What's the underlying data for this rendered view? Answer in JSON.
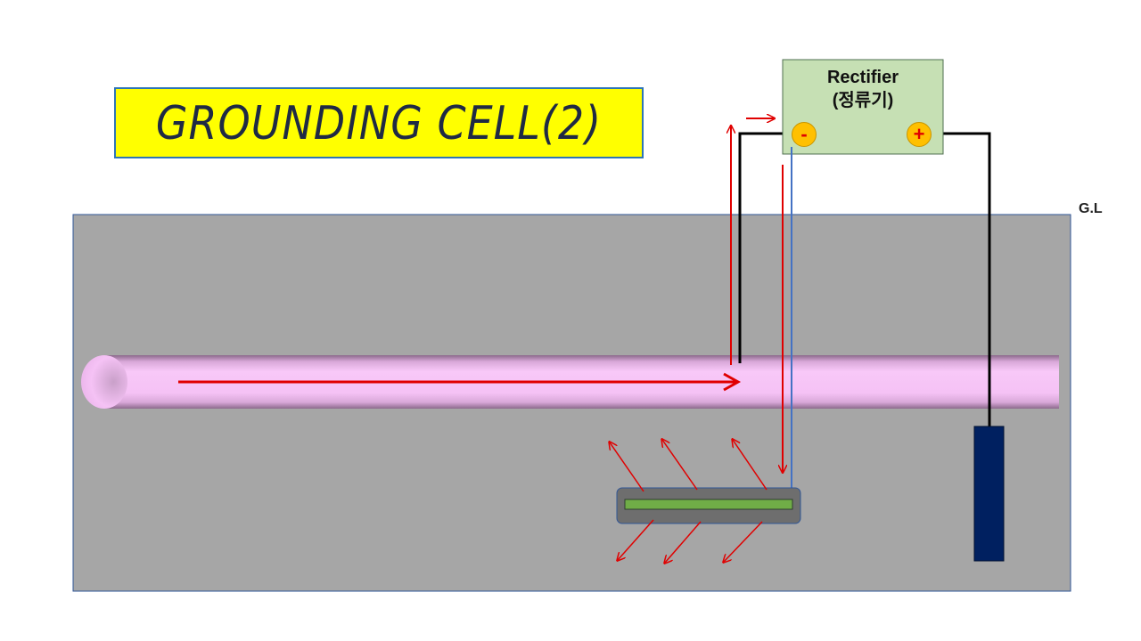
{
  "title": "GROUNDING CELL(2)",
  "ground_level_label": "G.L",
  "rectifier": {
    "label_line1": "Rectifier",
    "label_line2": "(정류기)",
    "negative_symbol": "-",
    "positive_symbol": "+"
  },
  "colors": {
    "title_bg": "#ffff00",
    "title_border": "#2e75b6",
    "soil": "#a6a6a6",
    "pipe": "#f5c2f5",
    "rectifier_bg": "#c6e0b4",
    "terminal": "#ffc000",
    "current_arrow": "#e00000",
    "anode_bed": "#6e6e6e",
    "anode_strip": "#70ad47",
    "ground_electrode": "#002060",
    "blue_wire": "#4472c4"
  }
}
